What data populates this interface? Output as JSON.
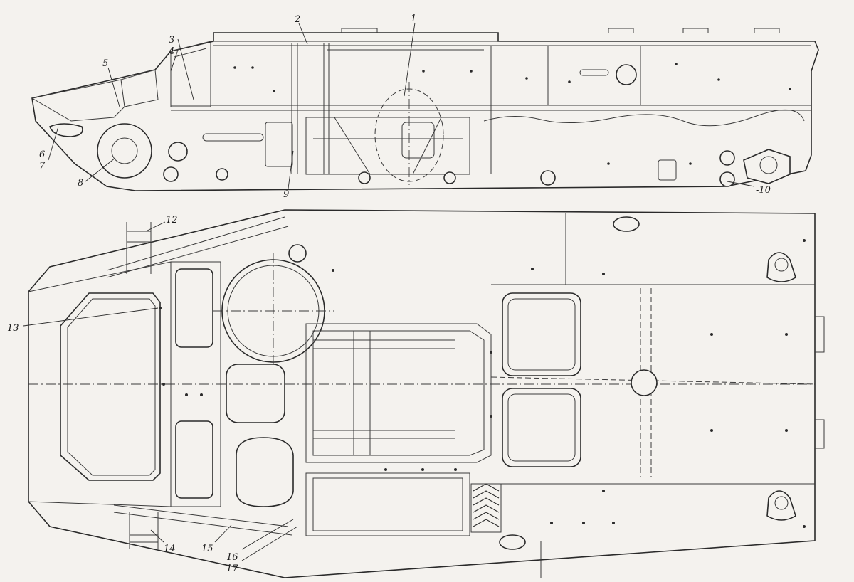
{
  "callouts": {
    "c1": "1",
    "c2": "2",
    "c3": "3",
    "c4": "4",
    "c5": "5",
    "c6": "6",
    "c7": "7",
    "c8": "8",
    "c9": "9",
    "c10": "-10",
    "c12": "12",
    "c13": "13",
    "c14": "14",
    "c15": "15",
    "c16": "16",
    "c17": "17"
  }
}
